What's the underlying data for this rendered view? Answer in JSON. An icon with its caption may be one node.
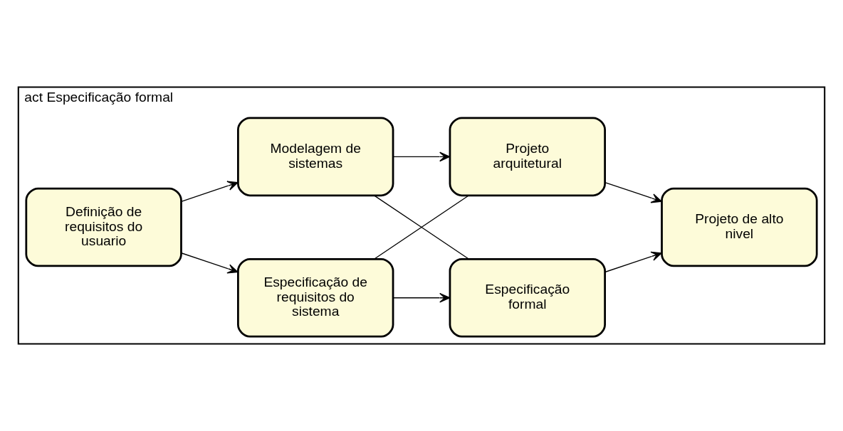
{
  "diagram": {
    "nodes": [
      {
        "text": [
          "act Especificação formal"
        ]
      },
      {
        "text": [
          "Definição de requisitos do usuario"
        ],
        "in": 0
      },
      {
        "text": [
          "Especificação de requisitos do sistema"
        ],
        "in": 0
      },
      {
        "text": [
          "Especificação formal"
        ],
        "in": 0
      },
      {
        "text": [
          "Modelagem de sistemas"
        ],
        "in": 0
      },
      {
        "text": [
          "Projeto arquitetural"
        ],
        "in": 0
      },
      {
        "text": [
          "Projeto de alto nivel"
        ],
        "in": 0
      }
    ],
    "edges": [
      {
        "from": 1,
        "to": 2,
        "arrow": "to"
      },
      {
        "from": 1,
        "to": 4,
        "arrow": "to"
      },
      {
        "from": 2,
        "to": 3,
        "arrow": "to"
      },
      {
        "from": 4,
        "to": 5,
        "arrow": "to"
      },
      {
        "from": 2,
        "to": 5,
        "arrow": "none"
      },
      {
        "from": 4,
        "to": 3,
        "arrow": "none"
      },
      {
        "from": 3,
        "to": 6,
        "arrow": "to"
      },
      {
        "from": 5,
        "to": 6,
        "arrow": "to"
      }
    ]
  }
}
